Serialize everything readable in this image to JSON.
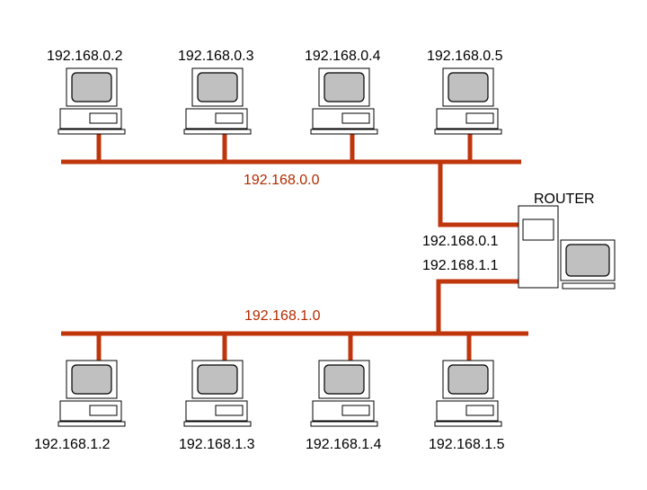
{
  "colors": {
    "cable": "#c0360c",
    "label_red": "#b22a00",
    "outline": "#000000",
    "screen": "#c0c0c0",
    "face": "#ffffff"
  },
  "top_hosts": [
    {
      "ip": "192.168.0.2",
      "icon": "workstation-icon"
    },
    {
      "ip": "192.168.0.3",
      "icon": "workstation-icon"
    },
    {
      "ip": "192.168.0.4",
      "icon": "workstation-icon"
    },
    {
      "ip": "192.168.0.5",
      "icon": "workstation-icon"
    }
  ],
  "bottom_hosts": [
    {
      "ip": "192.168.1.2",
      "icon": "workstation-icon"
    },
    {
      "ip": "192.168.1.3",
      "icon": "workstation-icon"
    },
    {
      "ip": "192.168.1.4",
      "icon": "workstation-icon"
    },
    {
      "ip": "192.168.1.5",
      "icon": "workstation-icon"
    }
  ],
  "top_network": "192.168.0.0",
  "bottom_network": "192.168.1.0",
  "router": {
    "label": "ROUTER",
    "ip_top": "192.168.0.1",
    "ip_bottom": "192.168.1.1",
    "icon": "router-tower-icon"
  }
}
